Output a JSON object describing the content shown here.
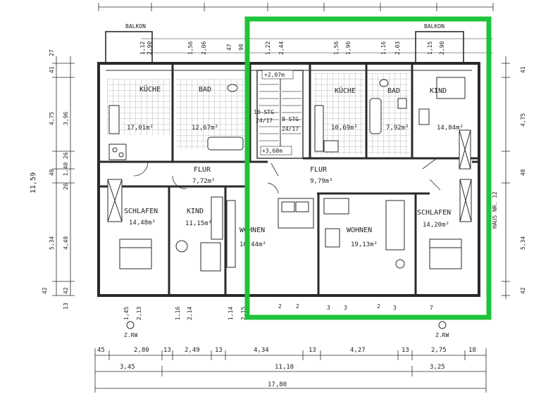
{
  "plan": {
    "colors": {
      "ink": "#2a2a2a",
      "highlight": "#1fc43a",
      "paper": "#ffffff",
      "tile": "#9a9a9a"
    },
    "top_labels": {
      "balkon_left": "BALKON",
      "balkon_right": "BALKON"
    },
    "rooms": {
      "kueche_left": {
        "name": "KÜCHE",
        "area": "17,01m²"
      },
      "bad_left": {
        "name": "BAD",
        "area": "12,67m²"
      },
      "flur_left": {
        "name": "FLUR",
        "area": "7,72m²"
      },
      "schlafen_left": {
        "name": "SCHLAFEN",
        "area": "14,48m²"
      },
      "kind_left": {
        "name": "KIND",
        "area": "11,15m²"
      },
      "wohnen_left": {
        "name": "WOHNEN",
        "area": "16,44m²"
      },
      "kueche_right": {
        "name": "KÜCHE",
        "area": "10,69m²"
      },
      "bad_right": {
        "name": "BAD",
        "area": "7,92m²"
      },
      "kind_right": {
        "name": "KIND",
        "area": "14,84m²"
      },
      "flur_right": {
        "name": "FLUR",
        "area": "9,79m²"
      },
      "wohnen_right": {
        "name": "WOHNEN",
        "area": "19,13m²"
      },
      "schlafen_right": {
        "name": "SCHLAFEN",
        "area": "14,20m²"
      }
    },
    "stair": {
      "label_a": "10 STG",
      "label_b": "24/17",
      "label_c": "8 STG",
      "label_d": "24/17",
      "level_top": "+2,07m",
      "level_bottom": "+3,60m"
    },
    "top_dims": {
      "d1": "1,12",
      "d2": "2,90",
      "d3": "1,56",
      "d4": "2,06",
      "d5": "47",
      "d6": "90",
      "d7": "1,22",
      "d8": "2,44",
      "d9": "1,56",
      "d10": "1,96",
      "d11": "1,16",
      "d12": "2,03",
      "d13": "1,15",
      "d14": "2,90"
    },
    "left_dims": {
      "a": "27",
      "b": "41",
      "c": "4,75",
      "d": "3,96",
      "e": "26",
      "f": "1,40",
      "g": "26",
      "h": "40",
      "i": "11,59",
      "j": "5,34",
      "k": "4,48",
      "l": "42",
      "m": "42",
      "n": "13"
    },
    "right_dims": {
      "a": "41",
      "b": "4,75",
      "c": "40",
      "d": "5,34",
      "e": "42",
      "f": "HAUS NR. 12"
    },
    "bottom_row1": {
      "a": "45",
      "b": "2,80",
      "c": "13",
      "d": "2,49",
      "e": "13",
      "f": "4,34",
      "g": "13",
      "h": "4,27",
      "i": "13",
      "j": "2,75",
      "k": "18"
    },
    "bottom_row2": {
      "a": "3,45",
      "b": "11,10",
      "c": "3,25"
    },
    "bottom_row3": {
      "a": "17,80"
    },
    "under_plan": {
      "a": "1,45",
      "b": "2,13",
      "c": "1,16",
      "d": "2,14",
      "e": "1,14",
      "f": "2,15",
      "g": "2",
      "h": "2",
      "i": "3",
      "j": "3",
      "k": "2",
      "l": "3",
      "m": "7"
    },
    "rw_left": "Z.RW",
    "rw_right": "Z.RW"
  }
}
